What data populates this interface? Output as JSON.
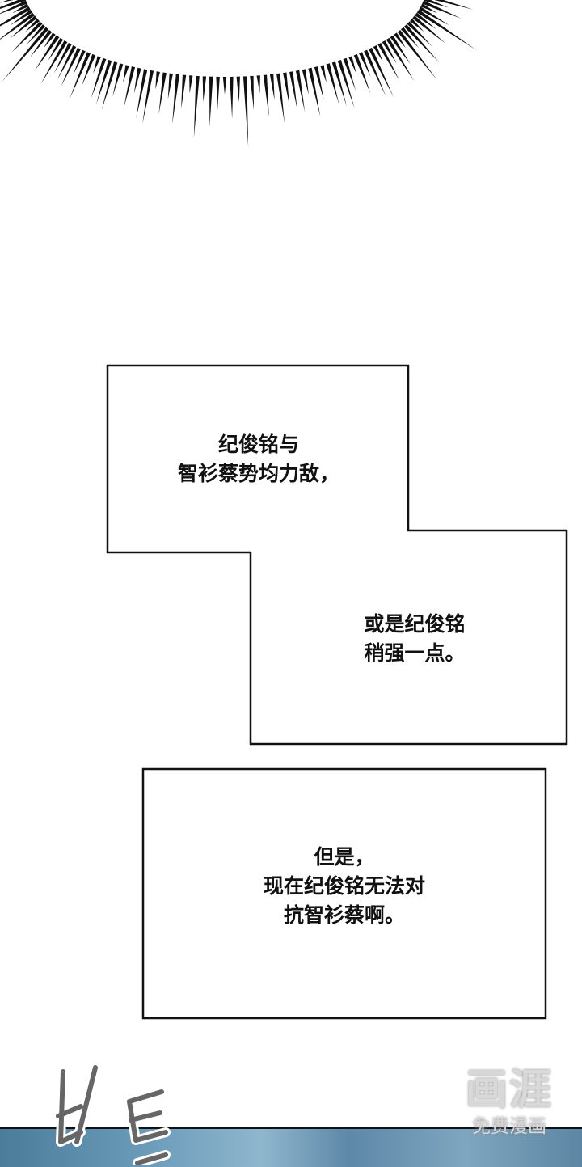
{
  "panels": [
    {
      "lines": [
        "纪俊铭与",
        "智衫蔡势均力敌，"
      ]
    },
    {
      "lines": [
        "或是纪俊铭",
        "稍强一点。"
      ]
    },
    {
      "lines": [
        "但是，",
        "现在纪俊铭无法对",
        "抗智衫蔡啊。"
      ]
    }
  ],
  "sfx": "비틀",
  "watermark": {
    "title": "画涯",
    "subtitle": "免费漫画"
  },
  "colors": {
    "ink": "#111111",
    "scene_blue": "#6a9cba",
    "sfx_gray": "#666666"
  }
}
